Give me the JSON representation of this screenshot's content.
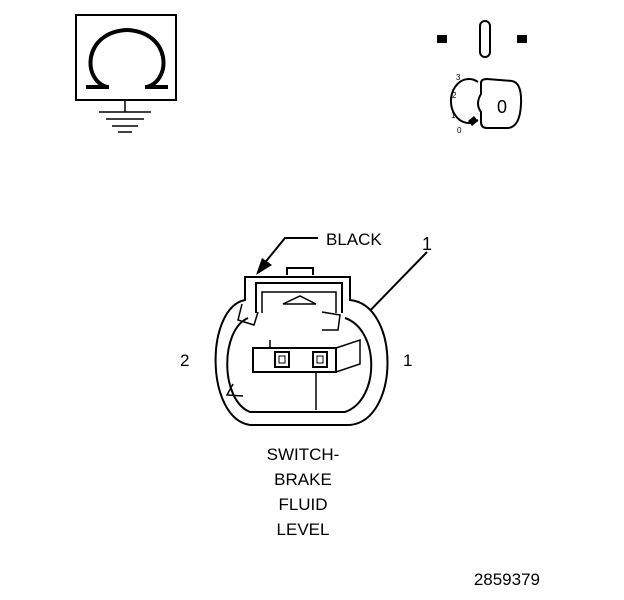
{
  "ignition_key": {
    "positions": [
      "3",
      "2",
      "1",
      "0"
    ],
    "key_letter": "0"
  },
  "connector": {
    "color_label": "BLACK",
    "callout_number": "1",
    "left_pin_label": "2",
    "right_pin_label": "1",
    "name_lines": [
      "SWITCH-",
      "BRAKE",
      "FLUID",
      "LEVEL"
    ]
  },
  "figure_id": "2859379"
}
